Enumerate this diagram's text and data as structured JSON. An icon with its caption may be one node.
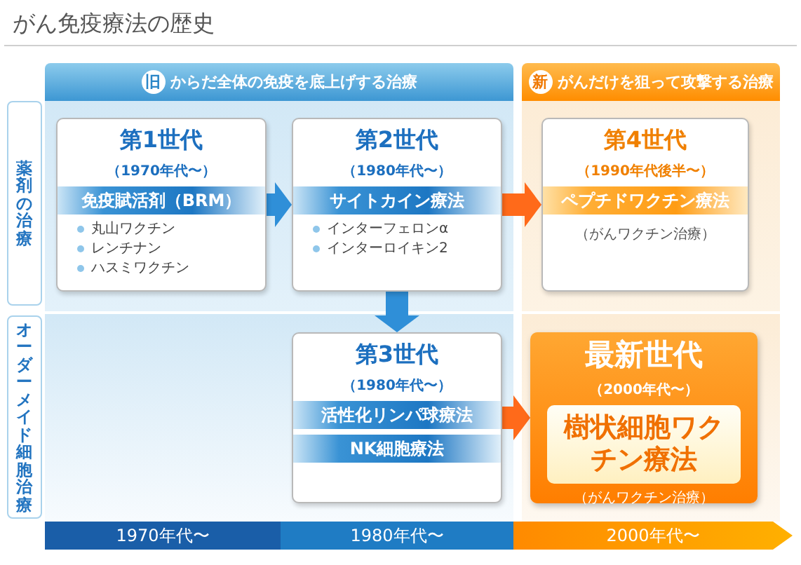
{
  "diagram": {
    "title": "がん免疫療法の歴史",
    "nodes": [
      {
        "text": [
          "旧",
          "からだ全体の免疫を底上げする治療"
        ]
      },
      {
        "text": [
          "新",
          "がんだけを狙って攻撃する治療"
        ]
      },
      {
        "text": [
          "薬剤の治療"
        ]
      },
      {
        "text": [
          "第1世代",
          "（1970年代〜）",
          "丸山ワクチン",
          "レンチナン",
          "ハスミワクチン"
        ]
      },
      {
        "text": [
          "免疫賦活剤（BRM）"
        ],
        "in": 3
      },
      {
        "text": [
          "第2世代",
          "（1980年代〜）",
          "インターフェロンα",
          "インターロイキン2"
        ]
      },
      {
        "text": [
          "サイトカイン療法"
        ],
        "in": 5
      },
      {
        "text": [
          "第4世代",
          "（1990年代後半〜）",
          "（がんワクチン治療）"
        ]
      },
      {
        "text": [
          "ペプチドワクチン療法"
        ],
        "in": 7
      },
      {
        "text": [
          "オーダーメイド細胞治療"
        ]
      },
      {
        "text": [
          "第3世代",
          "（1980年代〜）"
        ]
      },
      {
        "text": [
          "活性化リンパ球療法"
        ],
        "in": 10
      },
      {
        "text": [
          "NK細胞療法"
        ],
        "in": 10
      },
      {
        "text": [
          "最新世代",
          "（2000年代〜）",
          "（がんワクチン治療）"
        ]
      },
      {
        "text": [
          "樹状細胞ワクチン療法"
        ],
        "in": 13
      },
      {
        "text": [
          "1970年代〜"
        ]
      },
      {
        "text": [
          "1980年代〜"
        ]
      },
      {
        "text": [
          "2000年代〜"
        ]
      }
    ],
    "edges": [
      {
        "from": 3,
        "to": 5,
        "arrow": "to",
        "color": "#2f8fd8"
      },
      {
        "from": 5,
        "to": 7,
        "arrow": "to",
        "color": "#ff6a1a"
      },
      {
        "from": 5,
        "to": 10,
        "arrow": "to",
        "color": "#2f8fd8"
      },
      {
        "from": 10,
        "to": 13,
        "arrow": "to",
        "color": "#ff6a1a"
      }
    ]
  }
}
